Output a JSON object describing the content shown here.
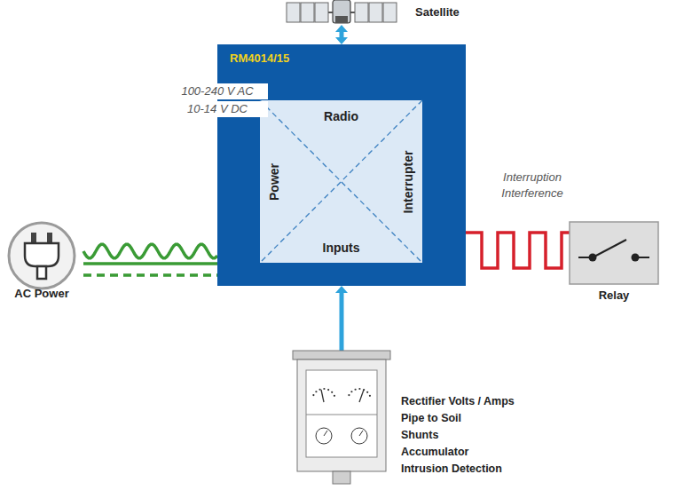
{
  "diagram": {
    "nodes": [
      {
        "text": [
          "RM4014/15"
        ]
      },
      {
        "text": [
          "Radio",
          "Power",
          "Interrupter",
          "Inputs"
        ],
        "in": 0
      },
      {
        "text": [
          "Satellite"
        ]
      },
      {
        "text": [
          "AC Power"
        ]
      },
      {
        "text": [
          "Relay"
        ]
      },
      {
        "text": [
          "Rectifier Volts / Amps",
          "Pipe to Soil",
          "Shunts",
          "Accumulator",
          "Intrusion Detection"
        ]
      }
    ],
    "edges": [
      {
        "from": 2,
        "to": 0,
        "arrow": "both"
      },
      {
        "from": 3,
        "to": 0,
        "label": "100-240 V AC",
        "arrow": "none"
      },
      {
        "from": 3,
        "to": 0,
        "label": "10-14 V DC",
        "arrow": "none"
      },
      {
        "from": 0,
        "to": 4,
        "label": "Interruption Interference",
        "arrow": "none"
      },
      {
        "from": 5,
        "to": 0,
        "arrow": "to"
      }
    ]
  }
}
